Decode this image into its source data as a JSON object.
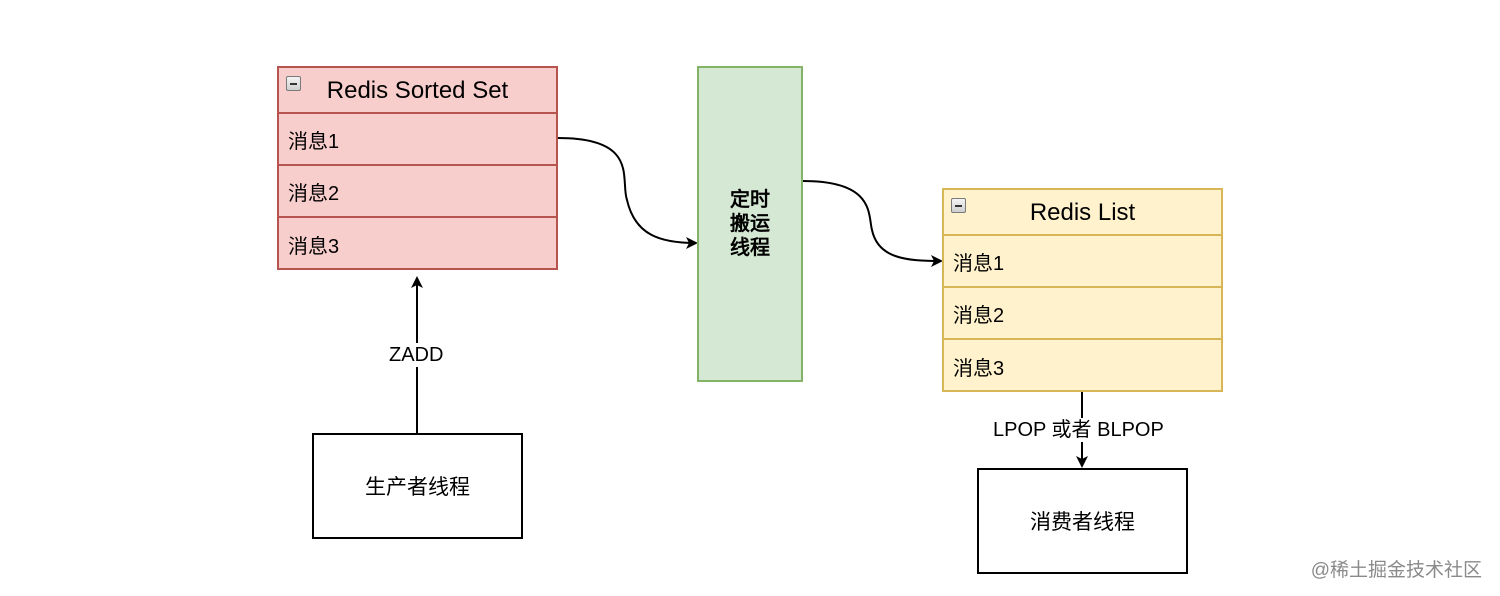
{
  "sorted_set": {
    "title": "Redis Sorted Set",
    "rows": [
      "消息1",
      "消息2",
      "消息3"
    ]
  },
  "timer_thread": {
    "lines": [
      "定时",
      "搬运",
      "线程"
    ]
  },
  "redis_list": {
    "title": "Redis List",
    "rows": [
      "消息1",
      "消息2",
      "消息3"
    ]
  },
  "producer": {
    "label": "生产者线程"
  },
  "consumer": {
    "label": "消费者线程"
  },
  "edges": {
    "zadd_label": "ZADD",
    "pop_label": "LPOP 或者 BLPOP"
  },
  "watermark": "@稀土掘金技术社区",
  "colors": {
    "sorted_set_fill": "#f8cecc",
    "sorted_set_stroke": "#b85450",
    "timer_fill": "#d5e8d4",
    "timer_stroke": "#82b366",
    "list_fill": "#fff2cc",
    "list_stroke": "#d6b656"
  }
}
